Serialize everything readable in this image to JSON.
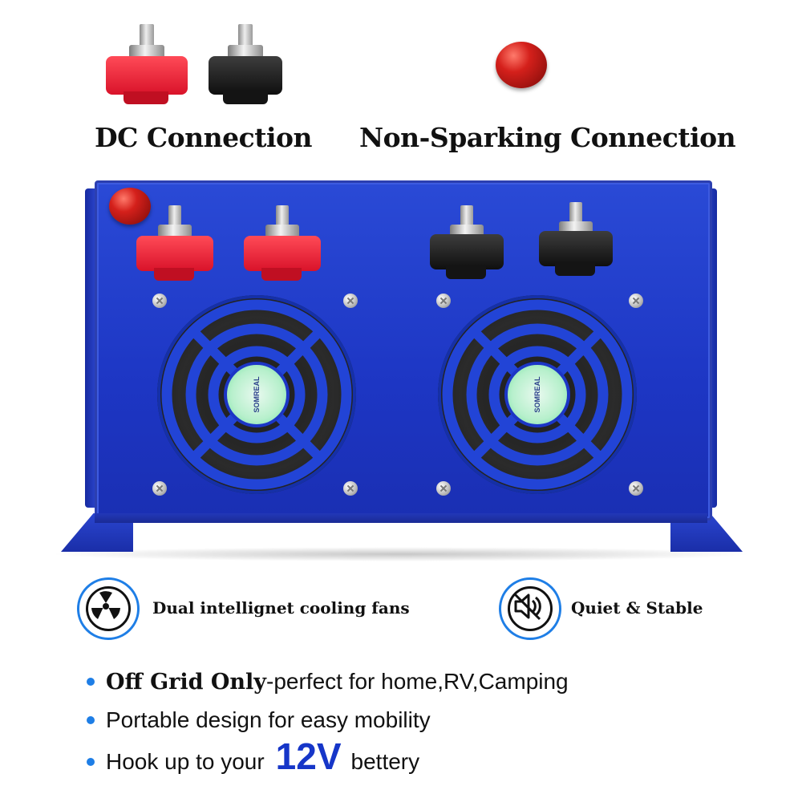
{
  "headings": {
    "dc_connection": "DC Connection",
    "non_sparking": "Non-Sparking Connection"
  },
  "fan_label": "SOMREAL",
  "features": [
    {
      "icon": "fan-icon",
      "label": "Dual intellignet cooling fans"
    },
    {
      "icon": "mute-speaker-icon",
      "label": "Quiet & Stable"
    }
  ],
  "bullets": {
    "line1_strong": "Off Grid Only",
    "line1_rest": "-perfect for home,RV,Camping",
    "line2": "Portable design for easy mobility",
    "line3_pre": "Hook up to your",
    "line3_volt": "12V",
    "line3_post": "bettery"
  },
  "colors": {
    "device_blue": "#1d36c4",
    "accent_blue": "#1e7ee6",
    "terminal_red": "#e0182d",
    "terminal_black": "#1a1a1a"
  }
}
